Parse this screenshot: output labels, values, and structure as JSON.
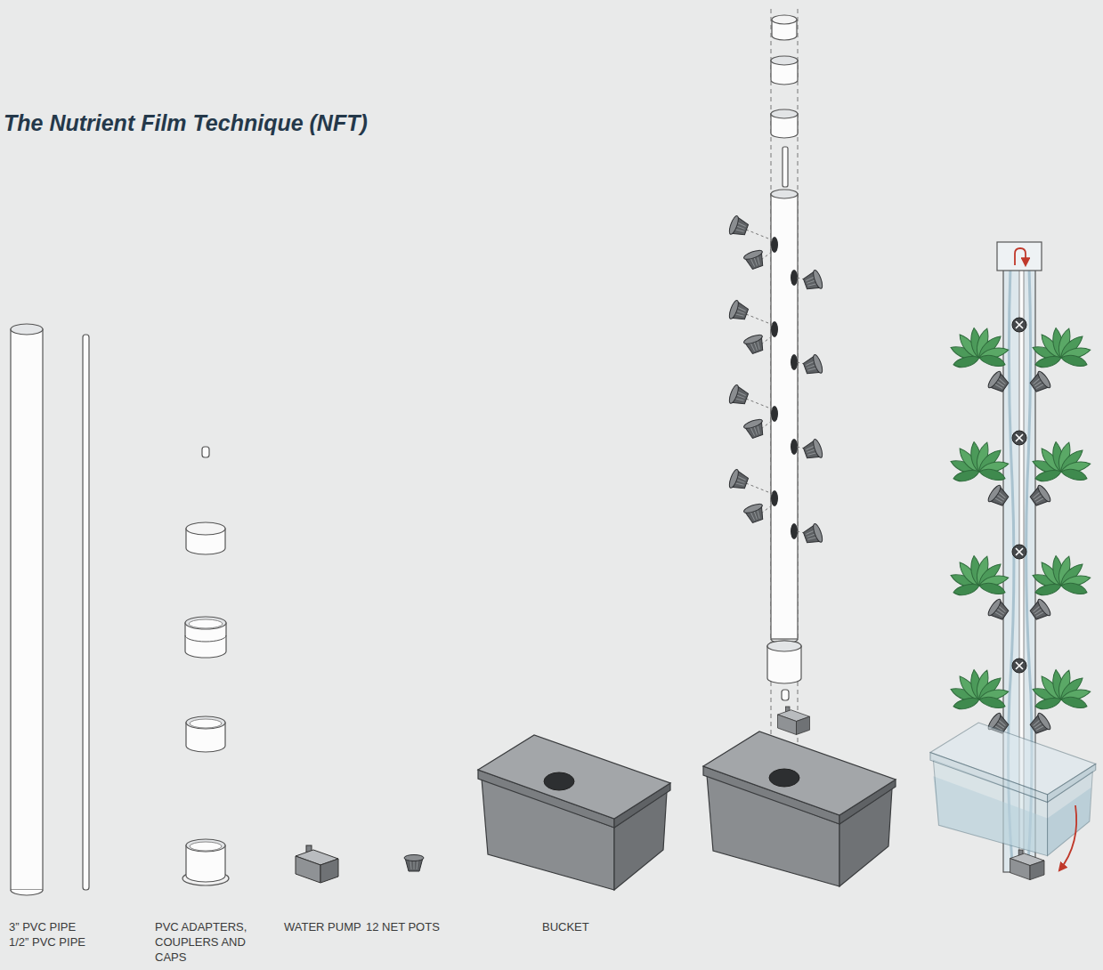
{
  "diagram": {
    "title": "The Nutrient Film Technique (NFT)",
    "labels": [
      "3” PVC PIPE",
      "1/2” PVC PIPE",
      "PVC ADAPTERS, COUPLERS AND CAPS",
      "WATER PUMP",
      "12 NET POTS",
      "BUCKET"
    ]
  }
}
